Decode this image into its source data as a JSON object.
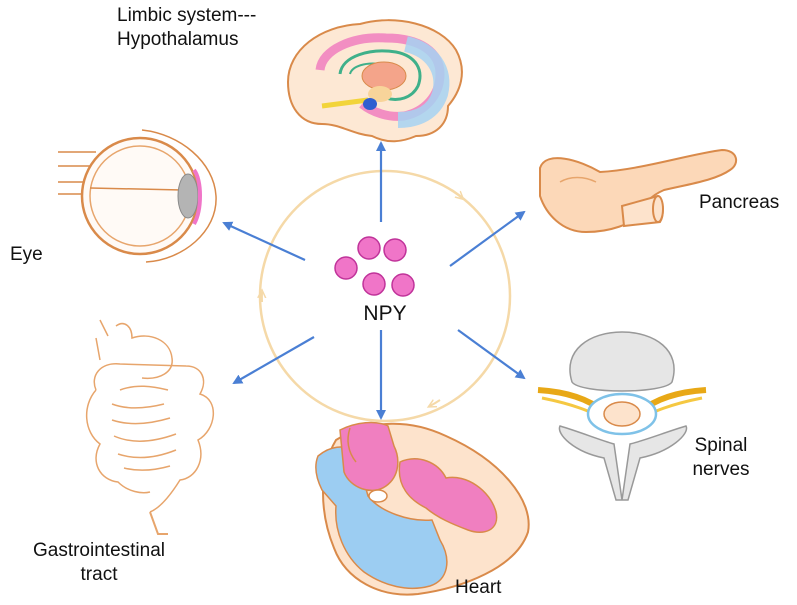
{
  "center": {
    "label": "NPY"
  },
  "targets": [
    {
      "id": "brain",
      "label_lines": [
        "Limbic system---",
        "Hypothalamus"
      ]
    },
    {
      "id": "pancreas",
      "label_lines": [
        "Pancreas"
      ]
    },
    {
      "id": "eye",
      "label_lines": [
        "Eye"
      ]
    },
    {
      "id": "spinal",
      "label_lines": [
        "Spinal",
        "nerves"
      ]
    },
    {
      "id": "gi",
      "label_lines": [
        "Gastrointestinal",
        "tract"
      ]
    },
    {
      "id": "heart",
      "label_lines": [
        "Heart"
      ]
    }
  ],
  "colors": {
    "arrow": "#4a7fd4",
    "cycle": "#f5d9a8",
    "npy_dot_fill": "#f075c8",
    "npy_dot_stroke": "#c0339a",
    "organ_outline": "#d98a4a",
    "organ_fill": "#fde3cc",
    "heart_pink": "#f07fc0",
    "heart_blue": "#9ccdf2"
  }
}
